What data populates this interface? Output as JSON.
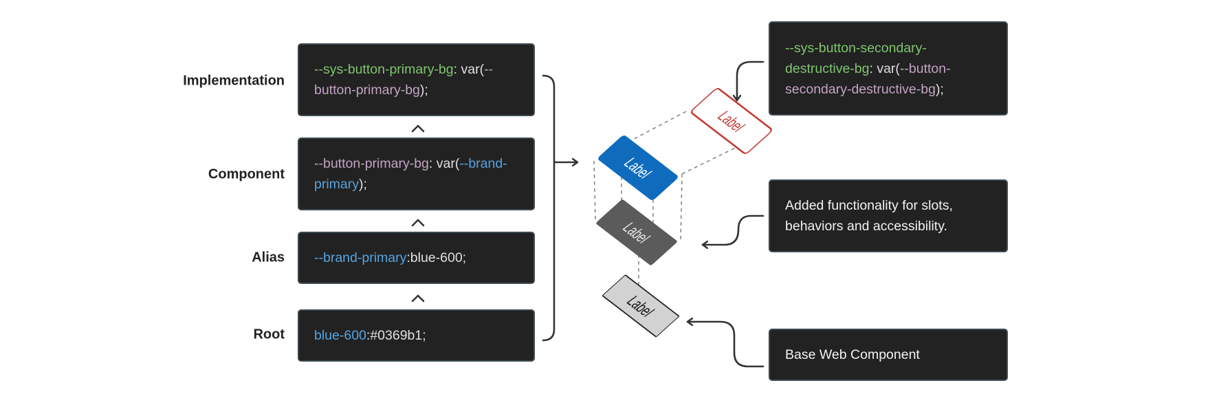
{
  "tiers": [
    {
      "key": "implementation",
      "label": "Implementation",
      "code": [
        {
          "text": "--sys-button-primary-bg",
          "color": "green"
        },
        {
          "text": ": var(",
          "color": "plain"
        },
        {
          "text": "--",
          "color": "purple"
        },
        {
          "text": "button-primary-bg",
          "color": "purple"
        },
        {
          "text": ");",
          "color": "plain"
        }
      ]
    },
    {
      "key": "component",
      "label": "Component",
      "code": [
        {
          "text": "--button-primary-bg",
          "color": "purple"
        },
        {
          "text": ": var(",
          "color": "plain"
        },
        {
          "text": "--",
          "color": "blue"
        },
        {
          "text": "brand-primary",
          "color": "blue"
        },
        {
          "text": ");",
          "color": "plain"
        }
      ]
    },
    {
      "key": "alias",
      "label": "Alias",
      "code": [
        {
          "text": "--brand-primary",
          "color": "blue"
        },
        {
          "text": ":blue-600;",
          "color": "plain"
        }
      ]
    },
    {
      "key": "root",
      "label": "Root",
      "code": [
        {
          "text": "blue-600",
          "color": "blue"
        },
        {
          "text": ":#0369b1;",
          "color": "plain"
        }
      ]
    }
  ],
  "notes": {
    "destructive": {
      "code": [
        {
          "text": "--sys-button-secondary-",
          "color": "green"
        },
        {
          "text": "destructive-bg",
          "color": "green"
        },
        {
          "text": ": var(",
          "color": "plain"
        },
        {
          "text": "--button-",
          "color": "purple"
        },
        {
          "text": "secondary-destructive-bg",
          "color": "purple"
        },
        {
          "text": ");",
          "color": "plain"
        }
      ]
    },
    "functionality": {
      "text": "Added functionality for slots, behaviors and accessibility."
    },
    "base": {
      "text": "Base Web Component"
    }
  },
  "layers": {
    "destructive_label": "Label",
    "primary_label": "Label",
    "component_label": "Label",
    "base_label": "Label"
  },
  "colors": {
    "token_green": "#7fc66e",
    "token_purple": "#c3a3c3",
    "token_blue": "#57a3e0",
    "box_bg": "#222222",
    "primary_layer": "#0f6cbd",
    "component_layer": "#5b5b5b",
    "base_layer": "#d2d2d2",
    "destructive_outline": "#c23b32"
  }
}
